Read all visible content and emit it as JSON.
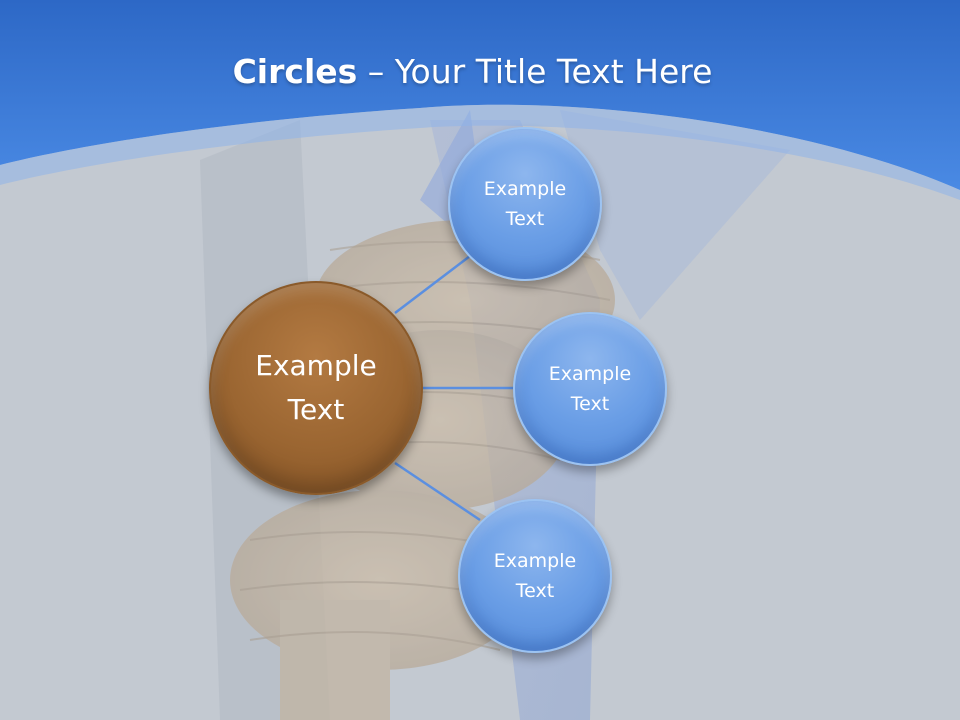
{
  "slide": {
    "title_bold": "Circles",
    "title_rest": " – Your Title Text Here"
  },
  "diagram": {
    "center": {
      "line1": "Example",
      "line2": "Text"
    },
    "nodes": [
      {
        "line1": "Example",
        "line2": "Text"
      },
      {
        "line1": "Example",
        "line2": "Text"
      },
      {
        "line1": "Example",
        "line2": "Text"
      }
    ]
  },
  "colors": {
    "header_blue": "#3f7fd8",
    "background_gray": "#c3c9d1",
    "hub_brown": "#9a6531",
    "node_blue": "#6a9ee6",
    "connector_blue": "#5b8fe0"
  }
}
